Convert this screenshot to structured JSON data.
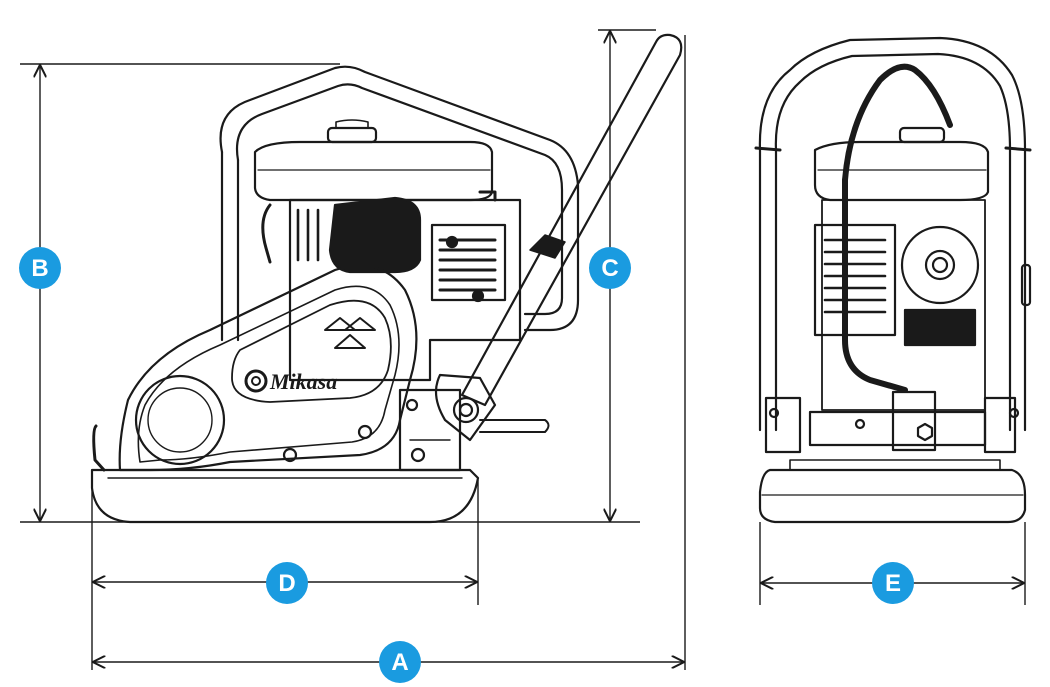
{
  "colors": {
    "badge": "#1a9be0",
    "line": "#1a1a1a",
    "background": "#ffffff"
  },
  "badges": [
    {
      "id": "A",
      "label": "A"
    },
    {
      "id": "B",
      "label": "B"
    },
    {
      "id": "C",
      "label": "C"
    },
    {
      "id": "D",
      "label": "D"
    },
    {
      "id": "E",
      "label": "E"
    }
  ],
  "logo": {
    "text": "Mikasa"
  }
}
